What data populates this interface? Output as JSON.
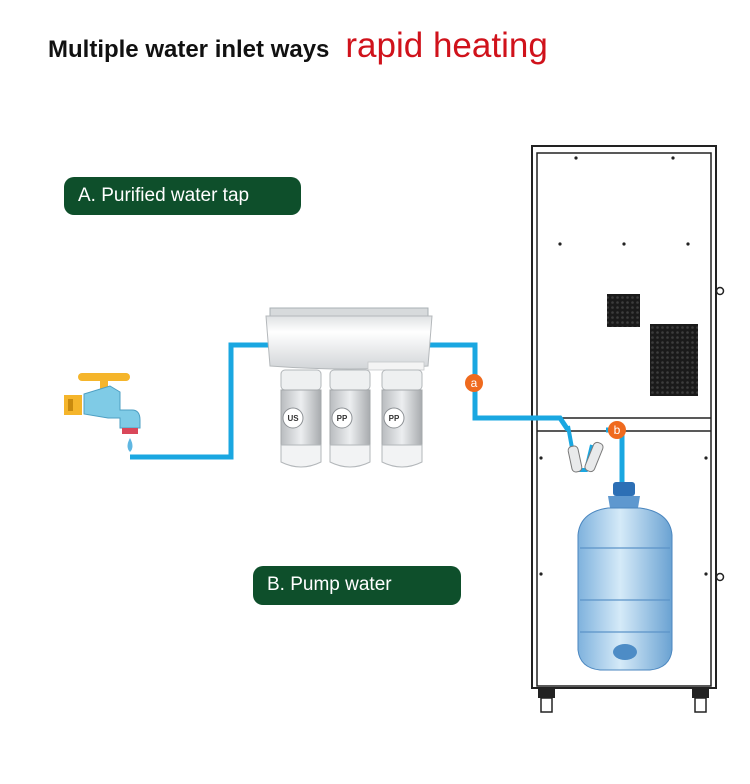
{
  "title": {
    "main": "Multiple water inlet ways",
    "accent": "rapid heating"
  },
  "labels": {
    "option_a": "A. Purified water tap",
    "option_b": "B. Pump water"
  },
  "markers": {
    "a": "a",
    "b": "b"
  },
  "filters": [
    {
      "tag": "US"
    },
    {
      "tag": "PP"
    },
    {
      "tag": "PP"
    }
  ],
  "colors": {
    "pipe": "#1aa7e1",
    "pill": "#0e4f2b",
    "accent_red": "#d0121b",
    "marker": "#ef6a1e",
    "faucet_gold": "#f5b52b",
    "faucet_blue": "#7fcbe6"
  },
  "icons": [
    "faucet-icon",
    "water-filter-icon",
    "water-bottle-icon",
    "cabinet-icon"
  ]
}
